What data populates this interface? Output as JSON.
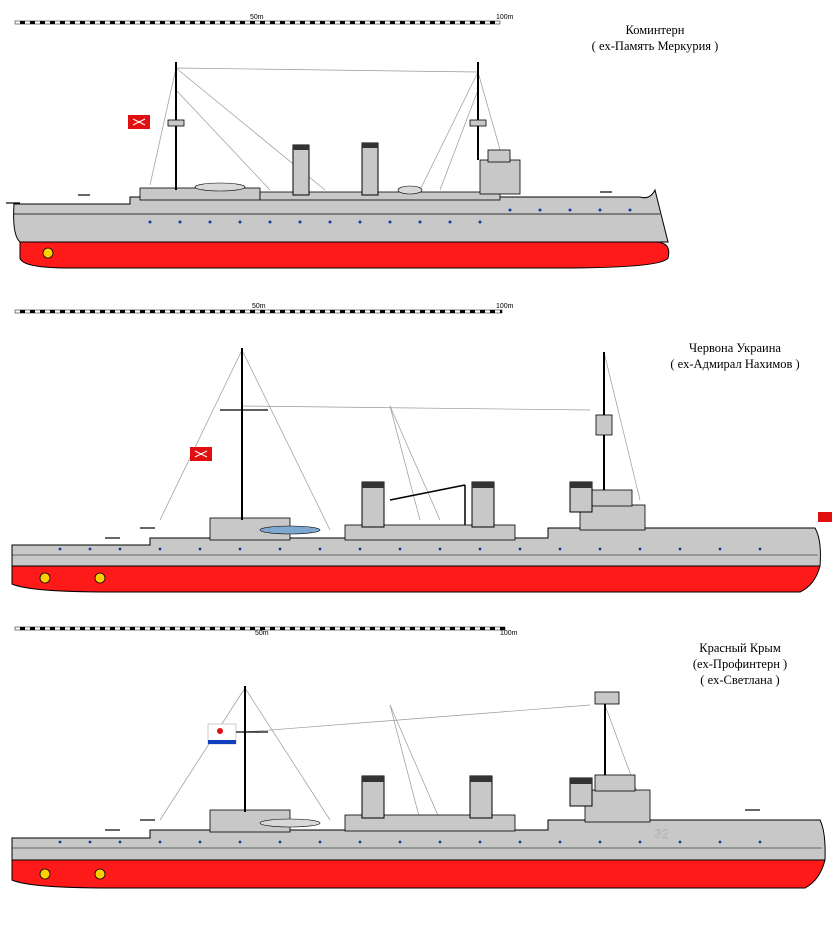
{
  "ships": [
    {
      "name": "Коминтерн",
      "former": "( ex-Память Меркурия )",
      "hull_number": ""
    },
    {
      "name": "Червона Украина",
      "former": "( ex-Адмирал Нахимов )",
      "hull_number": ""
    },
    {
      "name": "Красный Крым",
      "former": "(ex-Профинтерн )",
      "former2": "( ex-Светлана )",
      "hull_number": "32"
    }
  ],
  "scale": {
    "mark_50": "50m",
    "mark_100": "100m"
  },
  "colors": {
    "hull_gray": "#c8c8c8",
    "hull_red": "#ff1a1a",
    "deck_line": "#000000",
    "flag_red": "#e01010",
    "flag_navy_blue": "#1040c0",
    "porthole": "#1a3a9a"
  }
}
